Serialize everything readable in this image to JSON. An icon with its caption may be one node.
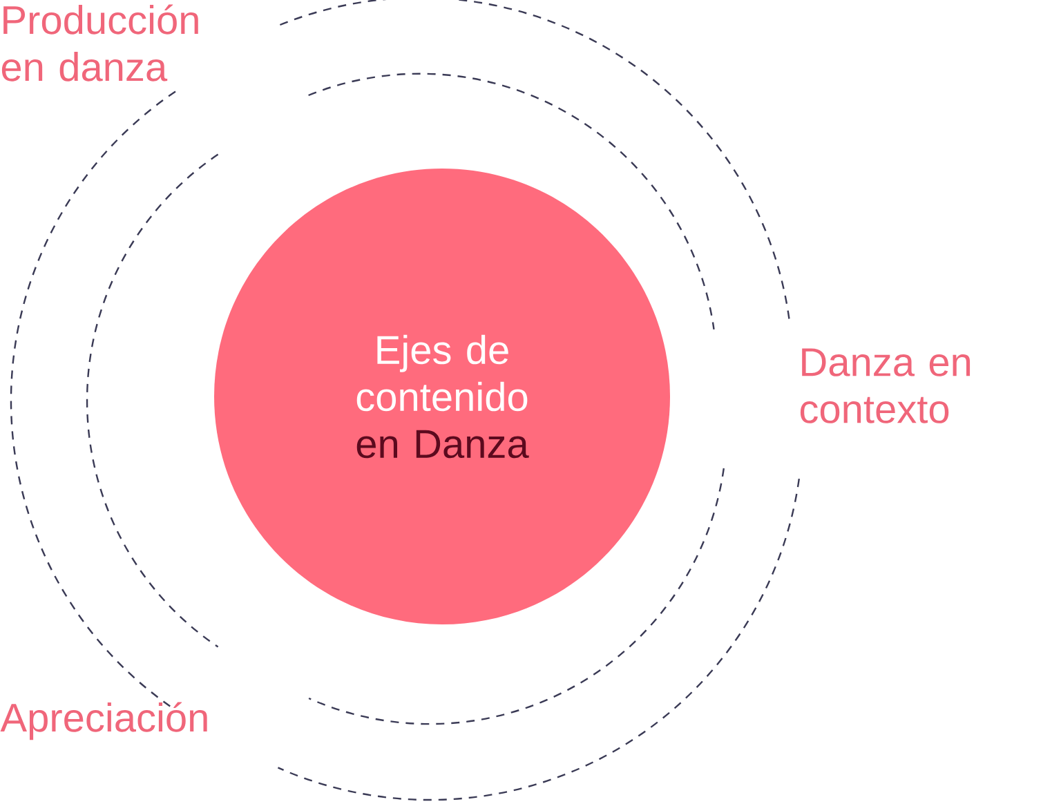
{
  "diagram": {
    "nodes": [
      {
        "text": [
          "Ejes de contenido",
          "en Danza"
        ]
      }
    ],
    "labels": [
      "Producción en danza",
      "Danza en contexto",
      "Apreciación"
    ]
  }
}
